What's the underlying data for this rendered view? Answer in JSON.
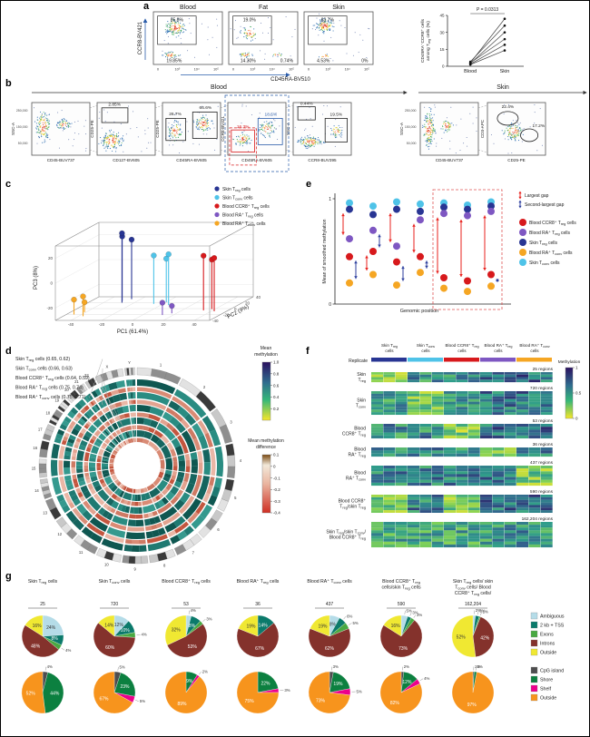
{
  "panels": {
    "a": "a",
    "b": "b",
    "c": "c",
    "d": "d",
    "e": "e",
    "f": "f",
    "g": "g"
  },
  "cell_types": [
    {
      "key": "skin_treg",
      "label": "Skin Treg cells",
      "color": "#283593"
    },
    {
      "key": "skin_tconv",
      "label": "Skin Tconv cells",
      "color": "#4fc3e8"
    },
    {
      "key": "blood_ccr8_treg",
      "label": "Blood CCR8⁺ Treg cells",
      "color": "#d7191c"
    },
    {
      "key": "blood_ra_treg",
      "label": "Blood RA⁺ Treg cells",
      "color": "#7e57c2"
    },
    {
      "key": "blood_ra_tconv",
      "label": "Blood RA⁺ Tconv cells",
      "color": "#f5a623"
    }
  ],
  "panel_a": {
    "plots": [
      {
        "title": "Blood",
        "gates": [
          "85.8%",
          "19.85%"
        ]
      },
      {
        "title": "Fat",
        "gates": [
          "19.0%",
          "14.30%",
          "0.74%"
        ]
      },
      {
        "title": "Skin",
        "gates": [
          "83.7%",
          "4.53%",
          "0%"
        ]
      }
    ],
    "x_axis": "CD45RA-BV510",
    "y_axis": "CCR8-BV421",
    "x_ticks": [
      "0",
      "10³",
      "10⁴",
      "10⁵"
    ],
    "paired": {
      "p_label": "P = 0.0313",
      "y_label_line1": "CD45RA⁻CCR8⁺ cells",
      "y_label_line2": "among Treg cells (%)",
      "y_ticks": [
        0,
        15,
        30,
        45
      ],
      "categories": [
        "Blood",
        "Skin"
      ],
      "pairs": [
        [
          1.5,
          14
        ],
        [
          2,
          19
        ],
        [
          3,
          24
        ],
        [
          2.5,
          30
        ],
        [
          4,
          36
        ],
        [
          3,
          42
        ]
      ]
    }
  },
  "panel_b": {
    "blood": "Blood",
    "skin": "Skin",
    "ssc_ticks": [
      "250,000",
      "150,000",
      "50,000"
    ],
    "plots": [
      {
        "x": "CD45-BUV737",
        "y": "SSC-A",
        "gates": []
      },
      {
        "x": "CD127-BV605",
        "y": "CD25-PE",
        "gates": [
          "2.85%"
        ]
      },
      {
        "x": "CD45RA-BV605",
        "y": "CD25-PE",
        "gates": [
          "26.7%",
          "66.6%"
        ]
      },
      {
        "x": "CD45RA-BV605",
        "y": "CCR8-BV421",
        "gates": [
          "16.3%",
          "18.5%"
        ]
      },
      {
        "x": "CCR8-BUV395",
        "y": "SSC-A",
        "gates": [
          "0.44%",
          "19.5%"
        ]
      },
      {
        "x": "CD45-BUV737",
        "y": "SSC-A",
        "gates": []
      },
      {
        "x": "CD25-PE",
        "y": "CD3-APC",
        "gates": [
          "22.4%",
          "17.2%"
        ]
      }
    ]
  },
  "panel_c": {
    "x_label": "PC1 (61.4%)",
    "y_label": "PC2 (9%)",
    "z_label": "PC3 (8%)",
    "x_ticks": [
      -40,
      -20,
      0,
      20,
      40
    ],
    "y_ticks": [
      -40,
      -20,
      0,
      20,
      40
    ],
    "z_ticks": [
      -20,
      0,
      20
    ],
    "points": [
      {
        "key": "blood_ra_tconv",
        "coords": [
          [
            -45,
            -20,
            -18
          ],
          [
            -41,
            -12,
            -22
          ],
          [
            -37,
            -26,
            -14
          ]
        ]
      },
      {
        "key": "skin_treg",
        "coords": [
          [
            -30,
            26,
            22
          ],
          [
            -26,
            32,
            18
          ],
          [
            -28,
            20,
            26
          ]
        ]
      },
      {
        "key": "skin_tconv",
        "coords": [
          [
            -6,
            16,
            9
          ],
          [
            0,
            22,
            5
          ],
          [
            5,
            12,
            11
          ]
        ]
      },
      {
        "key": "blood_ra_treg",
        "coords": [
          [
            13,
            -22,
            -20
          ],
          [
            17,
            -16,
            -24
          ]
        ]
      },
      {
        "key": "blood_ccr8_treg",
        "coords": [
          [
            34,
            -6,
            14
          ],
          [
            38,
            -2,
            10
          ],
          [
            42,
            -9,
            13
          ]
        ]
      }
    ]
  },
  "panel_e": {
    "y_label": "Mean of smoothed methylation",
    "x_label": "Genomic position",
    "y_ticks": [
      0,
      1
    ],
    "gap_legend": [
      {
        "label": "Largest gap",
        "color": "#e8211d"
      },
      {
        "label": "Second-largest gap",
        "color": "#2c3e9e"
      }
    ],
    "legend_order": [
      "blood_ccr8_treg",
      "blood_ra_treg",
      "skin_treg",
      "blood_ra_tconv",
      "skin_tconv"
    ],
    "columns": [
      {
        "in_box": false,
        "values": {
          "skin_tconv": 0.96,
          "skin_treg": 0.9,
          "blood_ra_treg": 0.62,
          "blood_ccr8_treg": 0.45,
          "blood_ra_tconv": 0.2
        }
      },
      {
        "in_box": false,
        "values": {
          "skin_tconv": 0.93,
          "skin_treg": 0.85,
          "blood_ra_treg": 0.7,
          "blood_ccr8_treg": 0.5,
          "blood_ra_tconv": 0.28
        }
      },
      {
        "in_box": false,
        "values": {
          "skin_tconv": 0.97,
          "skin_treg": 0.9,
          "blood_ra_treg": 0.55,
          "blood_ccr8_treg": 0.4,
          "blood_ra_tconv": 0.18
        }
      },
      {
        "in_box": false,
        "values": {
          "skin_tconv": 0.95,
          "skin_treg": 0.88,
          "blood_ra_treg": 0.8,
          "blood_ccr8_treg": 0.45,
          "blood_ra_tconv": 0.3
        }
      },
      {
        "in_box": true,
        "values": {
          "skin_tconv": 0.96,
          "skin_treg": 0.92,
          "blood_ra_treg": 0.86,
          "blood_ccr8_treg": 0.25,
          "blood_ra_tconv": 0.15
        }
      },
      {
        "in_box": true,
        "values": {
          "skin_tconv": 0.94,
          "skin_treg": 0.9,
          "blood_ra_treg": 0.84,
          "blood_ccr8_treg": 0.22,
          "blood_ra_tconv": 0.12
        }
      },
      {
        "in_box": true,
        "values": {
          "skin_tconv": 0.97,
          "skin_treg": 0.93,
          "blood_ra_treg": 0.88,
          "blood_ccr8_treg": 0.28,
          "blood_ra_tconv": 0.17
        }
      }
    ]
  },
  "panel_d": {
    "rings": [
      "Skin Treg cells (0.65, 0.62)",
      "Skin Tconv cells (0.66, 0.63)",
      "Blood CCR8⁺ Treg cells (0.64, 0.59)",
      "Blood RA⁺ Treg cells (0.75, 0.74)",
      "Blood RA⁺ Tconv cells (0.75, 0.71)"
    ],
    "chromosomes": [
      "1",
      "2",
      "3",
      "4",
      "5",
      "6",
      "7",
      "8",
      "9",
      "10",
      "11",
      "12",
      "13",
      "14",
      "15",
      "16",
      "17",
      "18",
      "19",
      "20",
      "21",
      "22",
      "X",
      "Y"
    ],
    "cb_meth": {
      "title_line1": "Mean",
      "title_line2": "methylation",
      "ticks": [
        "1.0",
        "0.8",
        "0.6",
        "0.4",
        "0.2"
      ]
    },
    "cb_diff": {
      "title_line1": "Mean methylation",
      "title_line2": "difference",
      "ticks": [
        "0.1",
        "0",
        "-0.1",
        "-0.2",
        "-0.3",
        "-0.4"
      ]
    }
  },
  "panel_f": {
    "replicate": "Replicate",
    "colorbar": {
      "title": "Methylation",
      "ticks": [
        "1",
        "0.5",
        "0"
      ]
    },
    "blocks": [
      {
        "label": "Skin\nTreg",
        "regions": "25 regions",
        "means": [
          0.22,
          0.6,
          0.62,
          0.72,
          0.72
        ]
      },
      {
        "label": "Skin\nTconv",
        "regions": "720 regions",
        "means": [
          0.55,
          0.3,
          0.6,
          0.7,
          0.7
        ]
      },
      {
        "label": "Blood\nCCR8⁺ Treg",
        "regions": "53 regions",
        "means": [
          0.6,
          0.62,
          0.28,
          0.7,
          0.72
        ]
      },
      {
        "label": "Blood\nRA⁺ Treg",
        "regions": "36 regions",
        "means": [
          0.62,
          0.62,
          0.6,
          0.3,
          0.7
        ]
      },
      {
        "label": "Blood\nRA⁺ Tconv",
        "regions": "437 regions",
        "means": [
          0.65,
          0.65,
          0.65,
          0.7,
          0.32
        ]
      },
      {
        "label": "Blood CCR8⁺\nTreg/skin Treg",
        "regions": "590 regions",
        "means": [
          0.3,
          0.65,
          0.3,
          0.7,
          0.7
        ]
      },
      {
        "label": "Skin Treg/skin Tconv/\nBlood CCR8⁺ Treg",
        "regions": "162,204 regions",
        "means": [
          0.5,
          0.52,
          0.5,
          0.58,
          0.58
        ]
      }
    ]
  },
  "panel_g": {
    "feature_legend": [
      {
        "label": "Ambiguous",
        "color": "#b5dce8"
      },
      {
        "label": "2 kb + TSS",
        "color": "#0b7a6b"
      },
      {
        "label": "Exons",
        "color": "#49a942"
      },
      {
        "label": "Introns",
        "color": "#84322c"
      },
      {
        "label": "Outside",
        "color": "#f0e832"
      }
    ],
    "cpg_legend": [
      {
        "label": "CpG island",
        "color": "#4d4d4f"
      },
      {
        "label": "Shore",
        "color": "#0c8040"
      },
      {
        "label": "Shelf",
        "color": "#ec008c"
      },
      {
        "label": "Outside",
        "color": "#f7941d"
      }
    ],
    "groups": [
      {
        "title": "Skin Treg cells",
        "n": "25",
        "features": [
          [
            "Ambiguous",
            24
          ],
          [
            "2 kb + TSS",
            8
          ],
          [
            "Exons",
            4
          ],
          [
            "Introns",
            48
          ],
          [
            "Outside",
            16
          ]
        ],
        "cpg": [
          [
            "CpG island",
            4
          ],
          [
            "Shore",
            44
          ],
          [
            "Shelf",
            0
          ],
          [
            "Outside",
            52
          ]
        ]
      },
      {
        "title": "Skin Tconv cells",
        "n": "720",
        "features": [
          [
            "Ambiguous",
            12
          ],
          [
            "2 kb + TSS",
            10
          ],
          [
            "Exons",
            4
          ],
          [
            "Introns",
            60
          ],
          [
            "Outside",
            14
          ]
        ],
        "cpg": [
          [
            "CpG island",
            5
          ],
          [
            "Shore",
            23
          ],
          [
            "Shelf",
            5
          ],
          [
            "Outside",
            67
          ]
        ]
      },
      {
        "title": "Blood CCR8⁺ Treg cells",
        "n": "53",
        "features": [
          [
            "Ambiguous",
            4
          ],
          [
            "2 kb + TSS",
            8
          ],
          [
            "Exons",
            3
          ],
          [
            "Introns",
            53
          ],
          [
            "Outside",
            32
          ]
        ],
        "cpg": [
          [
            "CpG island",
            0
          ],
          [
            "Shore",
            9
          ],
          [
            "Shelf",
            2
          ],
          [
            "Outside",
            89
          ]
        ]
      },
      {
        "title": "Blood RA⁺ Treg cells",
        "n": "36",
        "features": [
          [
            "Ambiguous",
            0
          ],
          [
            "2 kb + TSS",
            14
          ],
          [
            "Exons",
            0
          ],
          [
            "Introns",
            67
          ],
          [
            "Outside",
            19
          ]
        ],
        "cpg": [
          [
            "CpG island",
            0
          ],
          [
            "Shore",
            22
          ],
          [
            "Shelf",
            3
          ],
          [
            "Outside",
            75
          ]
        ]
      },
      {
        "title": "Blood RA⁺ Tconv cells",
        "n": "437",
        "features": [
          [
            "Ambiguous",
            8
          ],
          [
            "2 kb + TSS",
            6
          ],
          [
            "Exons",
            5
          ],
          [
            "Introns",
            62
          ],
          [
            "Outside",
            19
          ]
        ],
        "cpg": [
          [
            "CpG island",
            3
          ],
          [
            "Shore",
            19
          ],
          [
            "Shelf",
            5
          ],
          [
            "Outside",
            73
          ]
        ]
      },
      {
        "title": "Blood CCR8⁺ Treg\ncells/skin Treg cells",
        "n": "590",
        "features": [
          [
            "Ambiguous",
            5
          ],
          [
            "2 kb + TSS",
            3
          ],
          [
            "Exons",
            3
          ],
          [
            "Introns",
            73
          ],
          [
            "Outside",
            16
          ]
        ],
        "cpg": [
          [
            "CpG island",
            2
          ],
          [
            "Shore",
            12
          ],
          [
            "Shelf",
            4
          ],
          [
            "Outside",
            82
          ]
        ]
      },
      {
        "title": "Skin Treg cells/ skin\nTconv cells/ Blood\nCCR8⁺ Treg cells/",
        "n": "162,204",
        "features": [
          [
            "Ambiguous",
            2
          ],
          [
            "2 kb + TSS",
            3
          ],
          [
            "Exons",
            1
          ],
          [
            "Introns",
            42
          ],
          [
            "Outside",
            52
          ]
        ],
        "cpg": [
          [
            "CpG island",
            1
          ],
          [
            "Shore",
            2
          ],
          [
            "Shelf",
            0
          ],
          [
            "Outside",
            97
          ]
        ]
      }
    ]
  }
}
